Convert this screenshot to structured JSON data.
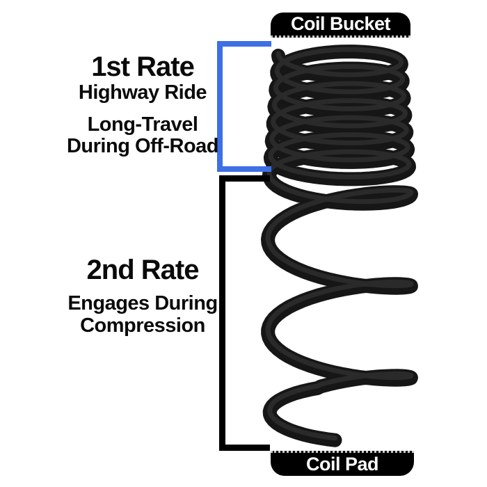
{
  "colors": {
    "background": "#ffffff",
    "first_rate_bracket": "#3D6FE5",
    "second_rate_bracket": "#000000",
    "label_background": "#000000",
    "label_text": "#ffffff",
    "annotation_text": "#0a0a0a",
    "spring": "#161616",
    "spring_highlight": "#2e2e2e"
  },
  "labels": {
    "coil_bucket": "Coil Bucket",
    "coil_pad": "Coil Pad"
  },
  "annotations": {
    "first_rate": {
      "title": "1st Rate",
      "line1": "Highway Ride",
      "line2": "Long-Travel",
      "line3": "During Off-Road"
    },
    "second_rate": {
      "title": "2nd Rate",
      "line1": "Engages During",
      "line2": "Compression"
    }
  }
}
